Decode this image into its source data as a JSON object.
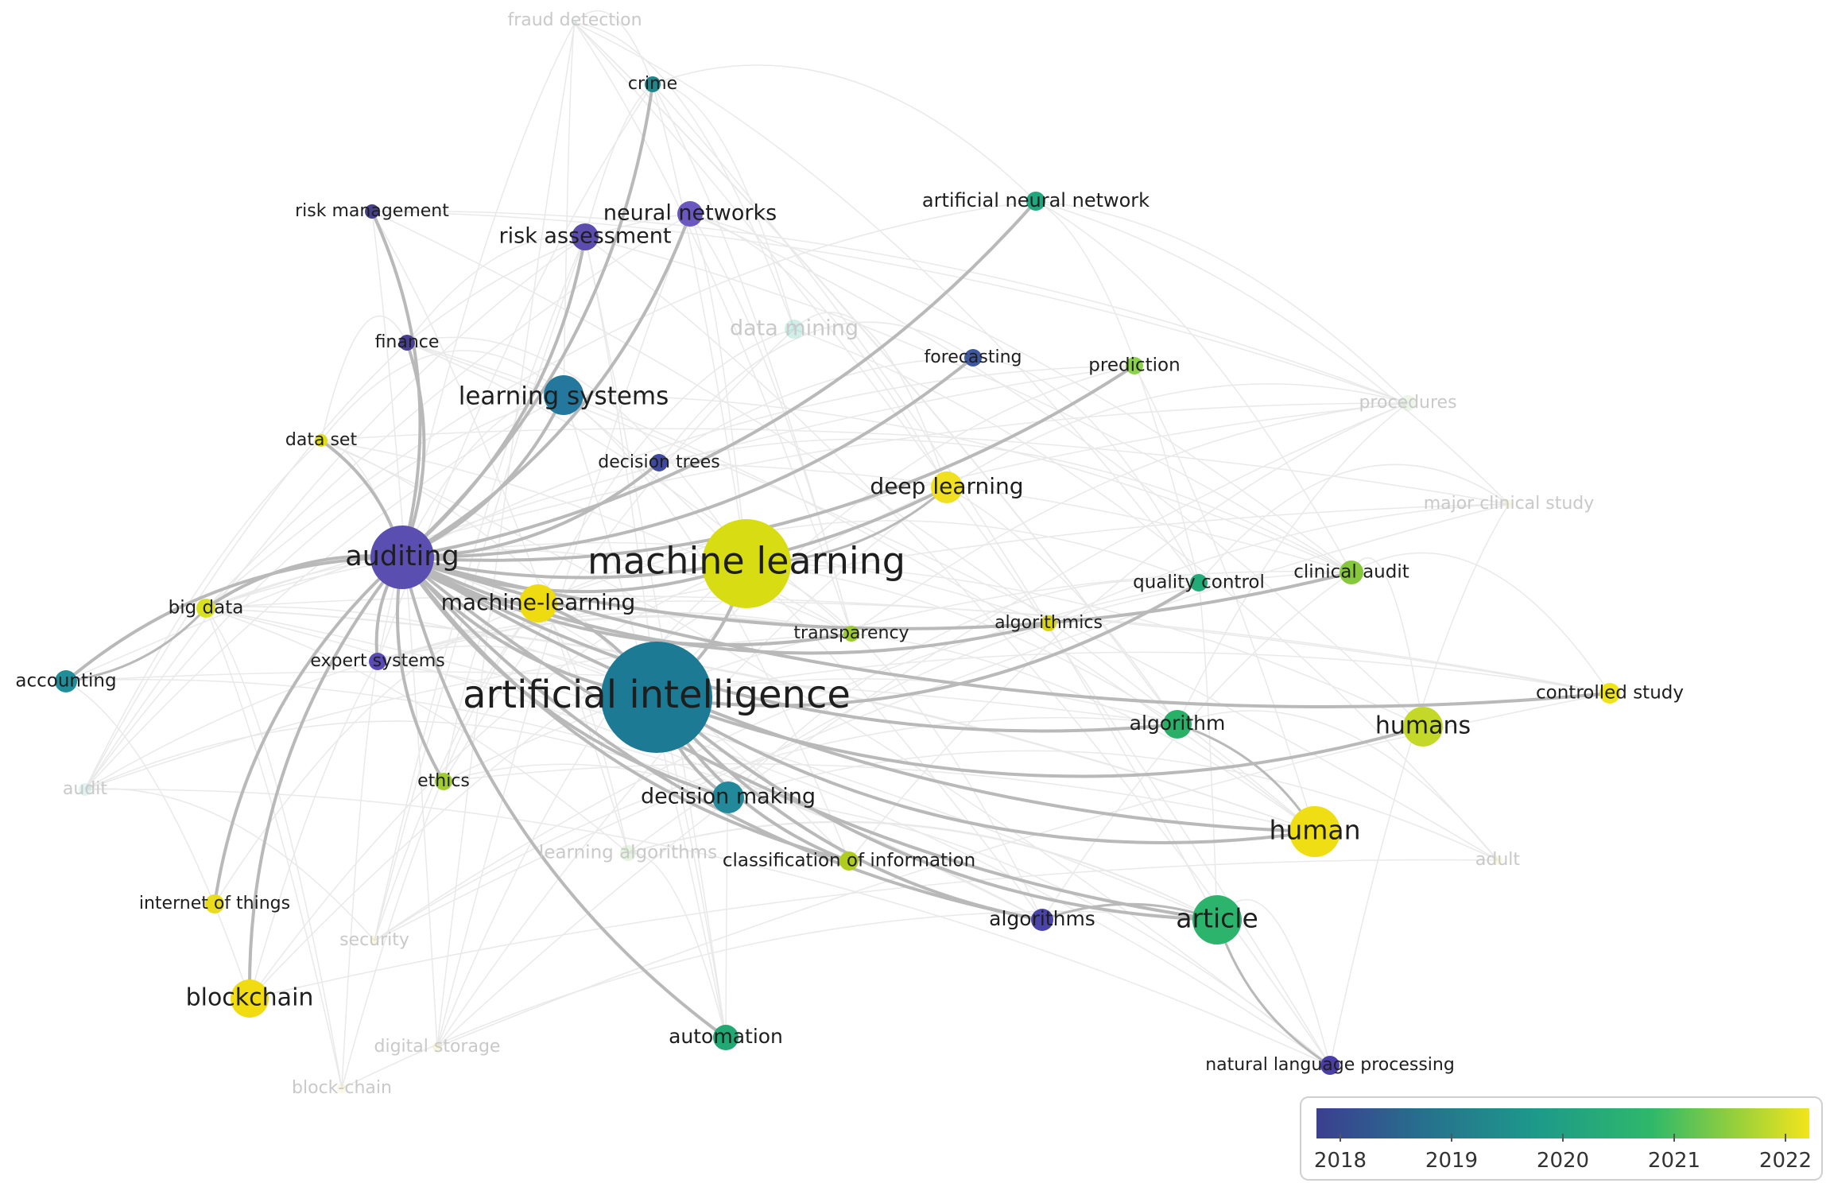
{
  "nodes": [
    {
      "id": "fraud-detection",
      "label": "fraud detection",
      "color": "#a8e0d2",
      "faded": true
    },
    {
      "id": "crime",
      "label": "crime",
      "color": "#22868c",
      "faded": false
    },
    {
      "id": "risk-management",
      "label": "risk management",
      "color": "#46408a",
      "faded": false
    },
    {
      "id": "risk-assessment",
      "label": "risk assessment",
      "color": "#5c4cae",
      "faded": false
    },
    {
      "id": "neural-networks",
      "label": "neural networks",
      "color": "#6a57c0",
      "faded": false
    },
    {
      "id": "artificial-neural-network",
      "label": "artificial neural network",
      "color": "#1fa77d",
      "faded": false
    },
    {
      "id": "finance",
      "label": "finance",
      "color": "#483e94",
      "faded": false
    },
    {
      "id": "data-mining",
      "label": "data mining",
      "color": "#7bd1c0",
      "faded": true
    },
    {
      "id": "forecasting",
      "label": "forecasting",
      "color": "#3e58a0",
      "faded": false
    },
    {
      "id": "prediction",
      "label": "prediction",
      "color": "#8bd14a",
      "faded": false
    },
    {
      "id": "learning-systems",
      "label": "learning systems",
      "color": "#24789e",
      "faded": false
    },
    {
      "id": "procedures",
      "label": "procedures",
      "color": "#c8e8c0",
      "faded": true
    },
    {
      "id": "data-set",
      "label": "data set",
      "color": "#e2de14",
      "faded": false
    },
    {
      "id": "decision-trees",
      "label": "decision trees",
      "color": "#3e48a0",
      "faded": false
    },
    {
      "id": "deep-learning",
      "label": "deep learning",
      "color": "#f0e020",
      "faded": false
    },
    {
      "id": "major-clinical-study",
      "label": "major clinical study",
      "color": "#f2eec0",
      "faded": true
    },
    {
      "id": "auditing",
      "label": "auditing",
      "color": "#5a4fb0",
      "faded": false
    },
    {
      "id": "machine-learning",
      "label": "machine learning",
      "color": "#d8dc12",
      "faded": false
    },
    {
      "id": "clinical-audit",
      "label": "clinical audit",
      "color": "#86c83c",
      "faded": false
    },
    {
      "id": "quality-control",
      "label": "quality control",
      "color": "#22aa78",
      "faded": false
    },
    {
      "id": "big-data",
      "label": "big data",
      "color": "#d8e020",
      "faded": false
    },
    {
      "id": "machine-learning-2",
      "label": "machine-learning",
      "color": "#eedc10",
      "faded": false
    },
    {
      "id": "transparency",
      "label": "transparency",
      "color": "#9ccc2c",
      "faded": false
    },
    {
      "id": "algorithmics",
      "label": "algorithmics",
      "color": "#d8d414",
      "faded": false
    },
    {
      "id": "accounting",
      "label": "accounting",
      "color": "#208e98",
      "faded": false
    },
    {
      "id": "expert-systems",
      "label": "expert systems",
      "color": "#5a4ab8",
      "faded": false
    },
    {
      "id": "artificial-intelligence",
      "label": "artificial intelligence",
      "color": "#1c7a94",
      "faded": false
    },
    {
      "id": "controlled-study",
      "label": "controlled study",
      "color": "#eee418",
      "faded": false
    },
    {
      "id": "algorithm",
      "label": "algorithm",
      "color": "#28b066",
      "faded": false
    },
    {
      "id": "humans",
      "label": "humans",
      "color": "#c4d82a",
      "faded": false
    },
    {
      "id": "audit",
      "label": "audit",
      "color": "#a8dcd8",
      "faded": true
    },
    {
      "id": "ethics",
      "label": "ethics",
      "color": "#a0cc30",
      "faded": false
    },
    {
      "id": "decision-making",
      "label": "decision making",
      "color": "#21899a",
      "faded": false
    },
    {
      "id": "human",
      "label": "human",
      "color": "#f0de14",
      "faded": false
    },
    {
      "id": "learning-algorithms",
      "label": "learning algorithms",
      "color": "#b8e0a8",
      "faded": true
    },
    {
      "id": "classification-of-information",
      "label": "classification of information",
      "color": "#b0cc1c",
      "faded": false
    },
    {
      "id": "adult",
      "label": "adult",
      "color": "#f3eea8",
      "faded": true
    },
    {
      "id": "internet-of-things",
      "label": "internet of things",
      "color": "#e8dc1c",
      "faded": false
    },
    {
      "id": "algorithms",
      "label": "algorithms",
      "color": "#4a44a8",
      "faded": false
    },
    {
      "id": "article",
      "label": "article",
      "color": "#2cb46c",
      "faded": false
    },
    {
      "id": "security",
      "label": "security",
      "color": "#f2eab0",
      "faded": true
    },
    {
      "id": "blockchain",
      "label": "blockchain",
      "color": "#f0dc10",
      "faded": false
    },
    {
      "id": "automation",
      "label": "automation",
      "color": "#22a872",
      "faded": false
    },
    {
      "id": "digital-storage",
      "label": "digital storage",
      "color": "#f0e8a8",
      "faded": true
    },
    {
      "id": "natural-language-processing",
      "label": "natural language processing",
      "color": "#4a3ea8",
      "faded": false
    },
    {
      "id": "block-chain",
      "label": "block-chain",
      "color": "#f3eeb8",
      "faded": true
    }
  ],
  "links": [
    [
      "auditing",
      "risk-management"
    ],
    [
      "auditing",
      "risk-assessment"
    ],
    [
      "auditing",
      "neural-networks"
    ],
    [
      "auditing",
      "crime"
    ],
    [
      "auditing",
      "finance"
    ],
    [
      "auditing",
      "learning-systems"
    ],
    [
      "auditing",
      "data-set"
    ],
    [
      "auditing",
      "decision-trees"
    ],
    [
      "auditing",
      "deep-learning"
    ],
    [
      "auditing",
      "forecasting"
    ],
    [
      "auditing",
      "artificial-neural-network"
    ],
    [
      "auditing",
      "prediction"
    ],
    [
      "auditing",
      "machine-learning"
    ],
    [
      "auditing",
      "clinical-audit"
    ],
    [
      "auditing",
      "controlled-study"
    ],
    [
      "auditing",
      "big-data"
    ],
    [
      "auditing",
      "accounting"
    ],
    [
      "auditing",
      "machine-learning-2"
    ],
    [
      "auditing",
      "expert-systems"
    ],
    [
      "auditing",
      "artificial-intelligence"
    ],
    [
      "auditing",
      "ethics"
    ],
    [
      "auditing",
      "decision-making"
    ],
    [
      "auditing",
      "classification-of-information"
    ],
    [
      "auditing",
      "algorithms"
    ],
    [
      "auditing",
      "article"
    ],
    [
      "auditing",
      "automation"
    ],
    [
      "auditing",
      "blockchain"
    ],
    [
      "auditing",
      "internet-of-things"
    ],
    [
      "auditing",
      "human"
    ],
    [
      "auditing",
      "algorithm"
    ],
    [
      "auditing",
      "transparency"
    ],
    [
      "auditing",
      "algorithmics"
    ],
    [
      "artificial-intelligence",
      "machine-learning"
    ],
    [
      "artificial-intelligence",
      "human"
    ],
    [
      "artificial-intelligence",
      "humans"
    ],
    [
      "artificial-intelligence",
      "quality-control"
    ],
    [
      "artificial-intelligence",
      "decision-making"
    ],
    [
      "artificial-intelligence",
      "article"
    ],
    [
      "artificial-intelligence",
      "algorithms"
    ],
    [
      "artificial-intelligence",
      "machine-learning-2"
    ],
    [
      "artificial-intelligence",
      "classification-of-information"
    ],
    [
      "accounting",
      "big-data"
    ],
    [
      "article",
      "natural-language-processing"
    ],
    [
      "article",
      "algorithms"
    ],
    [
      "human",
      "algorithm"
    ],
    [
      "machine-learning",
      "deep-learning"
    ]
  ],
  "legend": {
    "ticks": [
      "2018",
      "2019",
      "2020",
      "2021",
      "2022"
    ],
    "colors": [
      "#3b3f8f",
      "#27708e",
      "#1d9a8a",
      "#2fb86a",
      "#9cd13a",
      "#f2e51d"
    ]
  }
}
